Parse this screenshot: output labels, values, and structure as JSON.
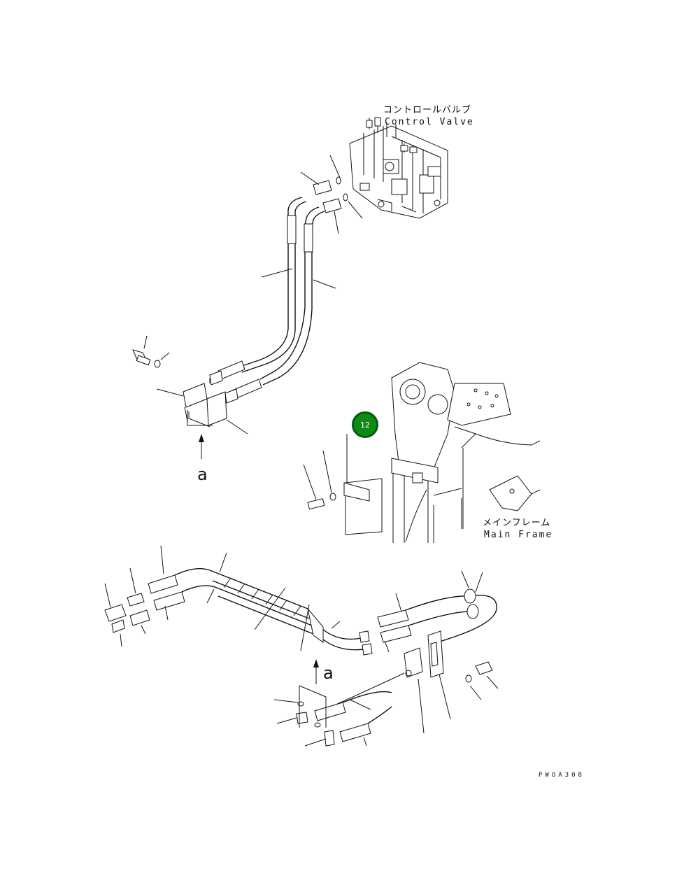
{
  "labels": {
    "control_valve_jp": "コントロールバルブ",
    "control_valve_en": "Control Valve",
    "main_frame_jp": "メインフレーム",
    "main_frame_en": "Main Frame",
    "view_a_upper": "a",
    "view_a_lower": "a",
    "drawing_code": "PWOA308"
  },
  "callout": {
    "number": "12",
    "color": "#0e8a16"
  },
  "icons": [
    "control-valve-illustration",
    "main-frame-illustration",
    "hose-icon",
    "bracket-icon",
    "bolt-icon",
    "washer-icon",
    "o-ring-icon",
    "elbow-fitting-icon",
    "arrow-up-icon"
  ]
}
